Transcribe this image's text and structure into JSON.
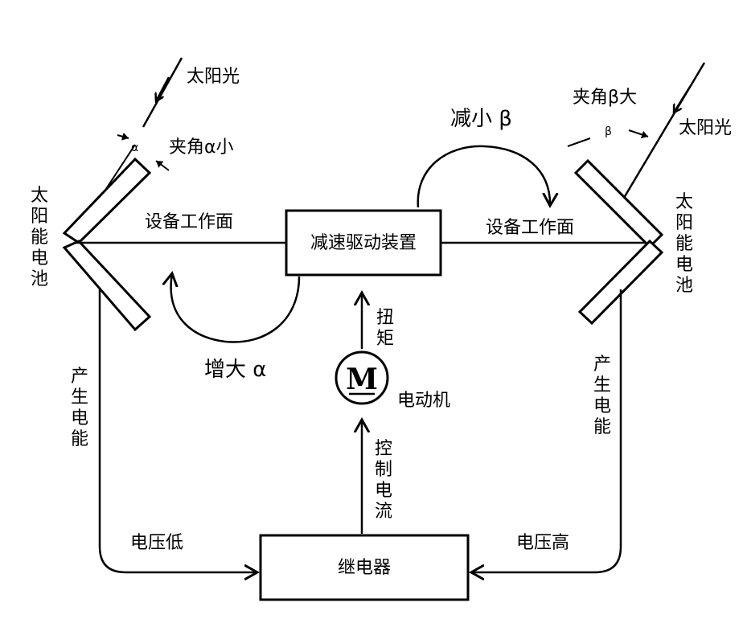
{
  "left": {
    "sunlight": "太阳光",
    "angle_symbol": "α",
    "angle_note": "夹角α小",
    "solar_cell": [
      "太",
      "阳",
      "能",
      "电",
      "池"
    ],
    "work_surface": "设备工作面",
    "increase": "增大 α",
    "generate": [
      "产",
      "生",
      "电",
      "能"
    ],
    "voltage": "电压低"
  },
  "right": {
    "sunlight": "太阳光",
    "angle_symbol": "β",
    "angle_note": "夹角β大",
    "solar_cell": [
      "太",
      "阳",
      "能",
      "电",
      "池"
    ],
    "work_surface": "设备工作面",
    "decrease": "减小 β",
    "generate": [
      "产",
      "生",
      "电",
      "能"
    ],
    "voltage": "电压高"
  },
  "center": {
    "reducer": "减速驱动装置",
    "torque": [
      "扭",
      "矩"
    ],
    "motor_symbol": "M",
    "motor": "电动机",
    "control_current": [
      "控",
      "制",
      "电",
      "流"
    ],
    "relay": "继电器"
  }
}
